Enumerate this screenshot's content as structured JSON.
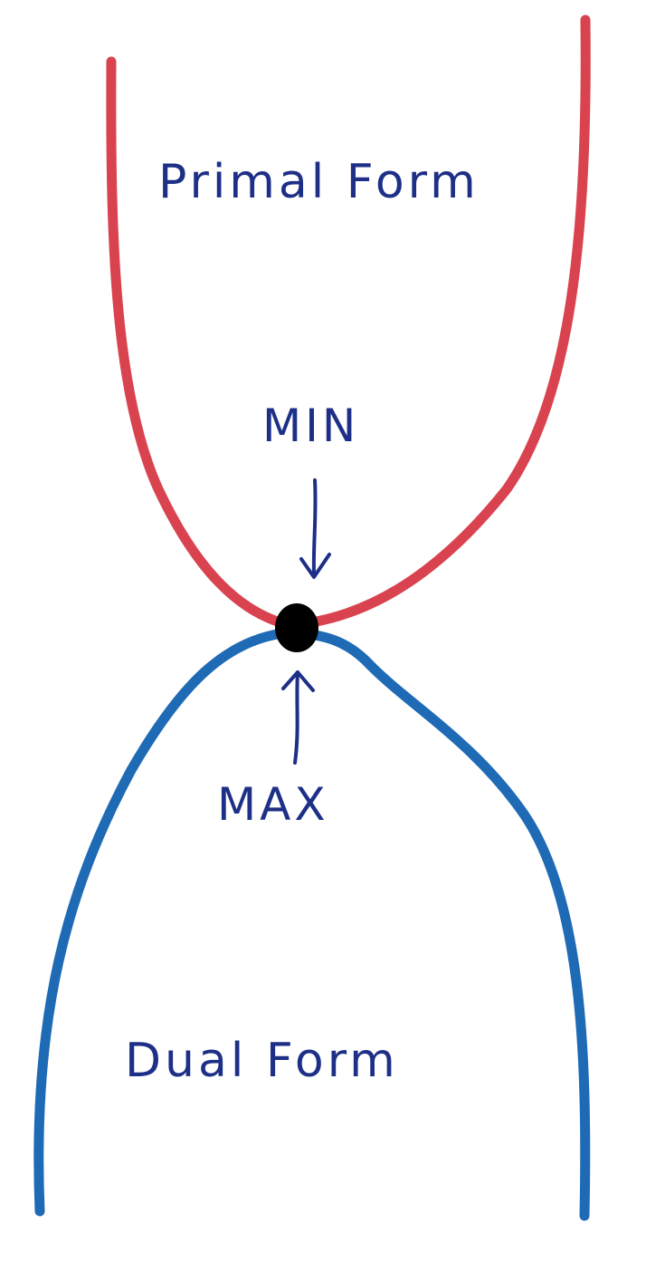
{
  "diagram": {
    "primal_label": "Primal Form",
    "dual_label": "Dual Form",
    "min_label": "MIN",
    "max_label": "MAX",
    "colors": {
      "primal_curve": "#d9434f",
      "dual_curve": "#1f6ab5",
      "ink": "#1d2f86",
      "point": "#000000",
      "background": "#ffffff"
    }
  }
}
